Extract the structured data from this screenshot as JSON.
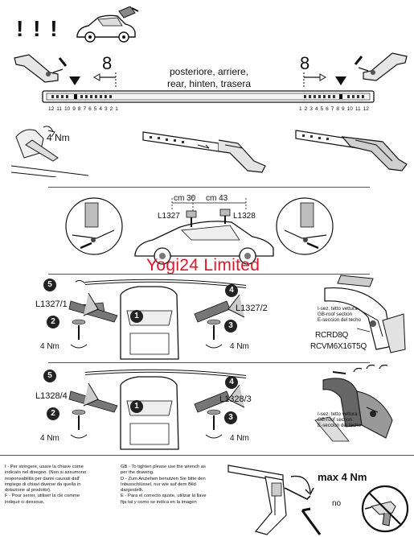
{
  "header": {
    "warning": "! ! !",
    "positions_caption": [
      "posteriore, arriere,",
      "rear, hinten, trasera"
    ],
    "left_setting": "8",
    "right_setting": "8",
    "left_scale": "12 11 10 9 8 7 6 5 4 3 2 1",
    "right_scale": "1 2 3 4 5 6 7 8 9 10 11 12"
  },
  "torque": {
    "step_torque": "4 Nm",
    "max_torque": "max 4 Nm",
    "no_label": "no"
  },
  "mounting": {
    "dim_left": "cm 30",
    "dim_right": "cm 43",
    "part_left": "L1327",
    "part_right": "L1328"
  },
  "watermark": "Yogi24 Limited",
  "panel1": {
    "label_left": "L1327/1",
    "label_right": "L1327/2",
    "nm_left": "4 Nm",
    "nm_right": "4 Nm",
    "section_lines": [
      "I-sez. tetto vettura",
      "GB-roof section",
      "E-seccion del techo"
    ],
    "code1": "RCRD8Q",
    "code2": "RCVM6X16T5Q"
  },
  "panel2": {
    "label_left": "L1328/4",
    "label_right": "L1328/3",
    "nm_left": "4 Nm",
    "nm_right": "4 Nm",
    "section_lines": [
      "I-sez. tetto vettura",
      "GB-roof section",
      "E-seccion del techo"
    ]
  },
  "steps": [
    "1",
    "2",
    "3",
    "4",
    "5"
  ],
  "instructions": {
    "col1": [
      "I - Per stringere, usare la chiave come",
      "indicato nel disegno. (Non si assumono",
      "responsabilità per danni causati dall'",
      "impiego di chiavi diverse da quella in",
      "dotazione al prodotto).",
      "F - Pour serrer, utiliser la clé comme",
      "indiqué ci dessous."
    ],
    "col2": [
      "GB - To tighten please use the wrench as",
      "per the drawing.",
      "D - Zum Anziehen benutzen Sie bitte den",
      "Inbusschlüssel, nur wie auf dem Bild",
      "dargestellt.",
      "E - Para el correcto ajuste, utilizar la llave",
      "fija tal y como se indica en la imagen"
    ]
  },
  "icons": {
    "car": "car-icon",
    "arrow": "arrow-icon",
    "wrench": "wrench-icon",
    "drill": "drill-icon"
  }
}
